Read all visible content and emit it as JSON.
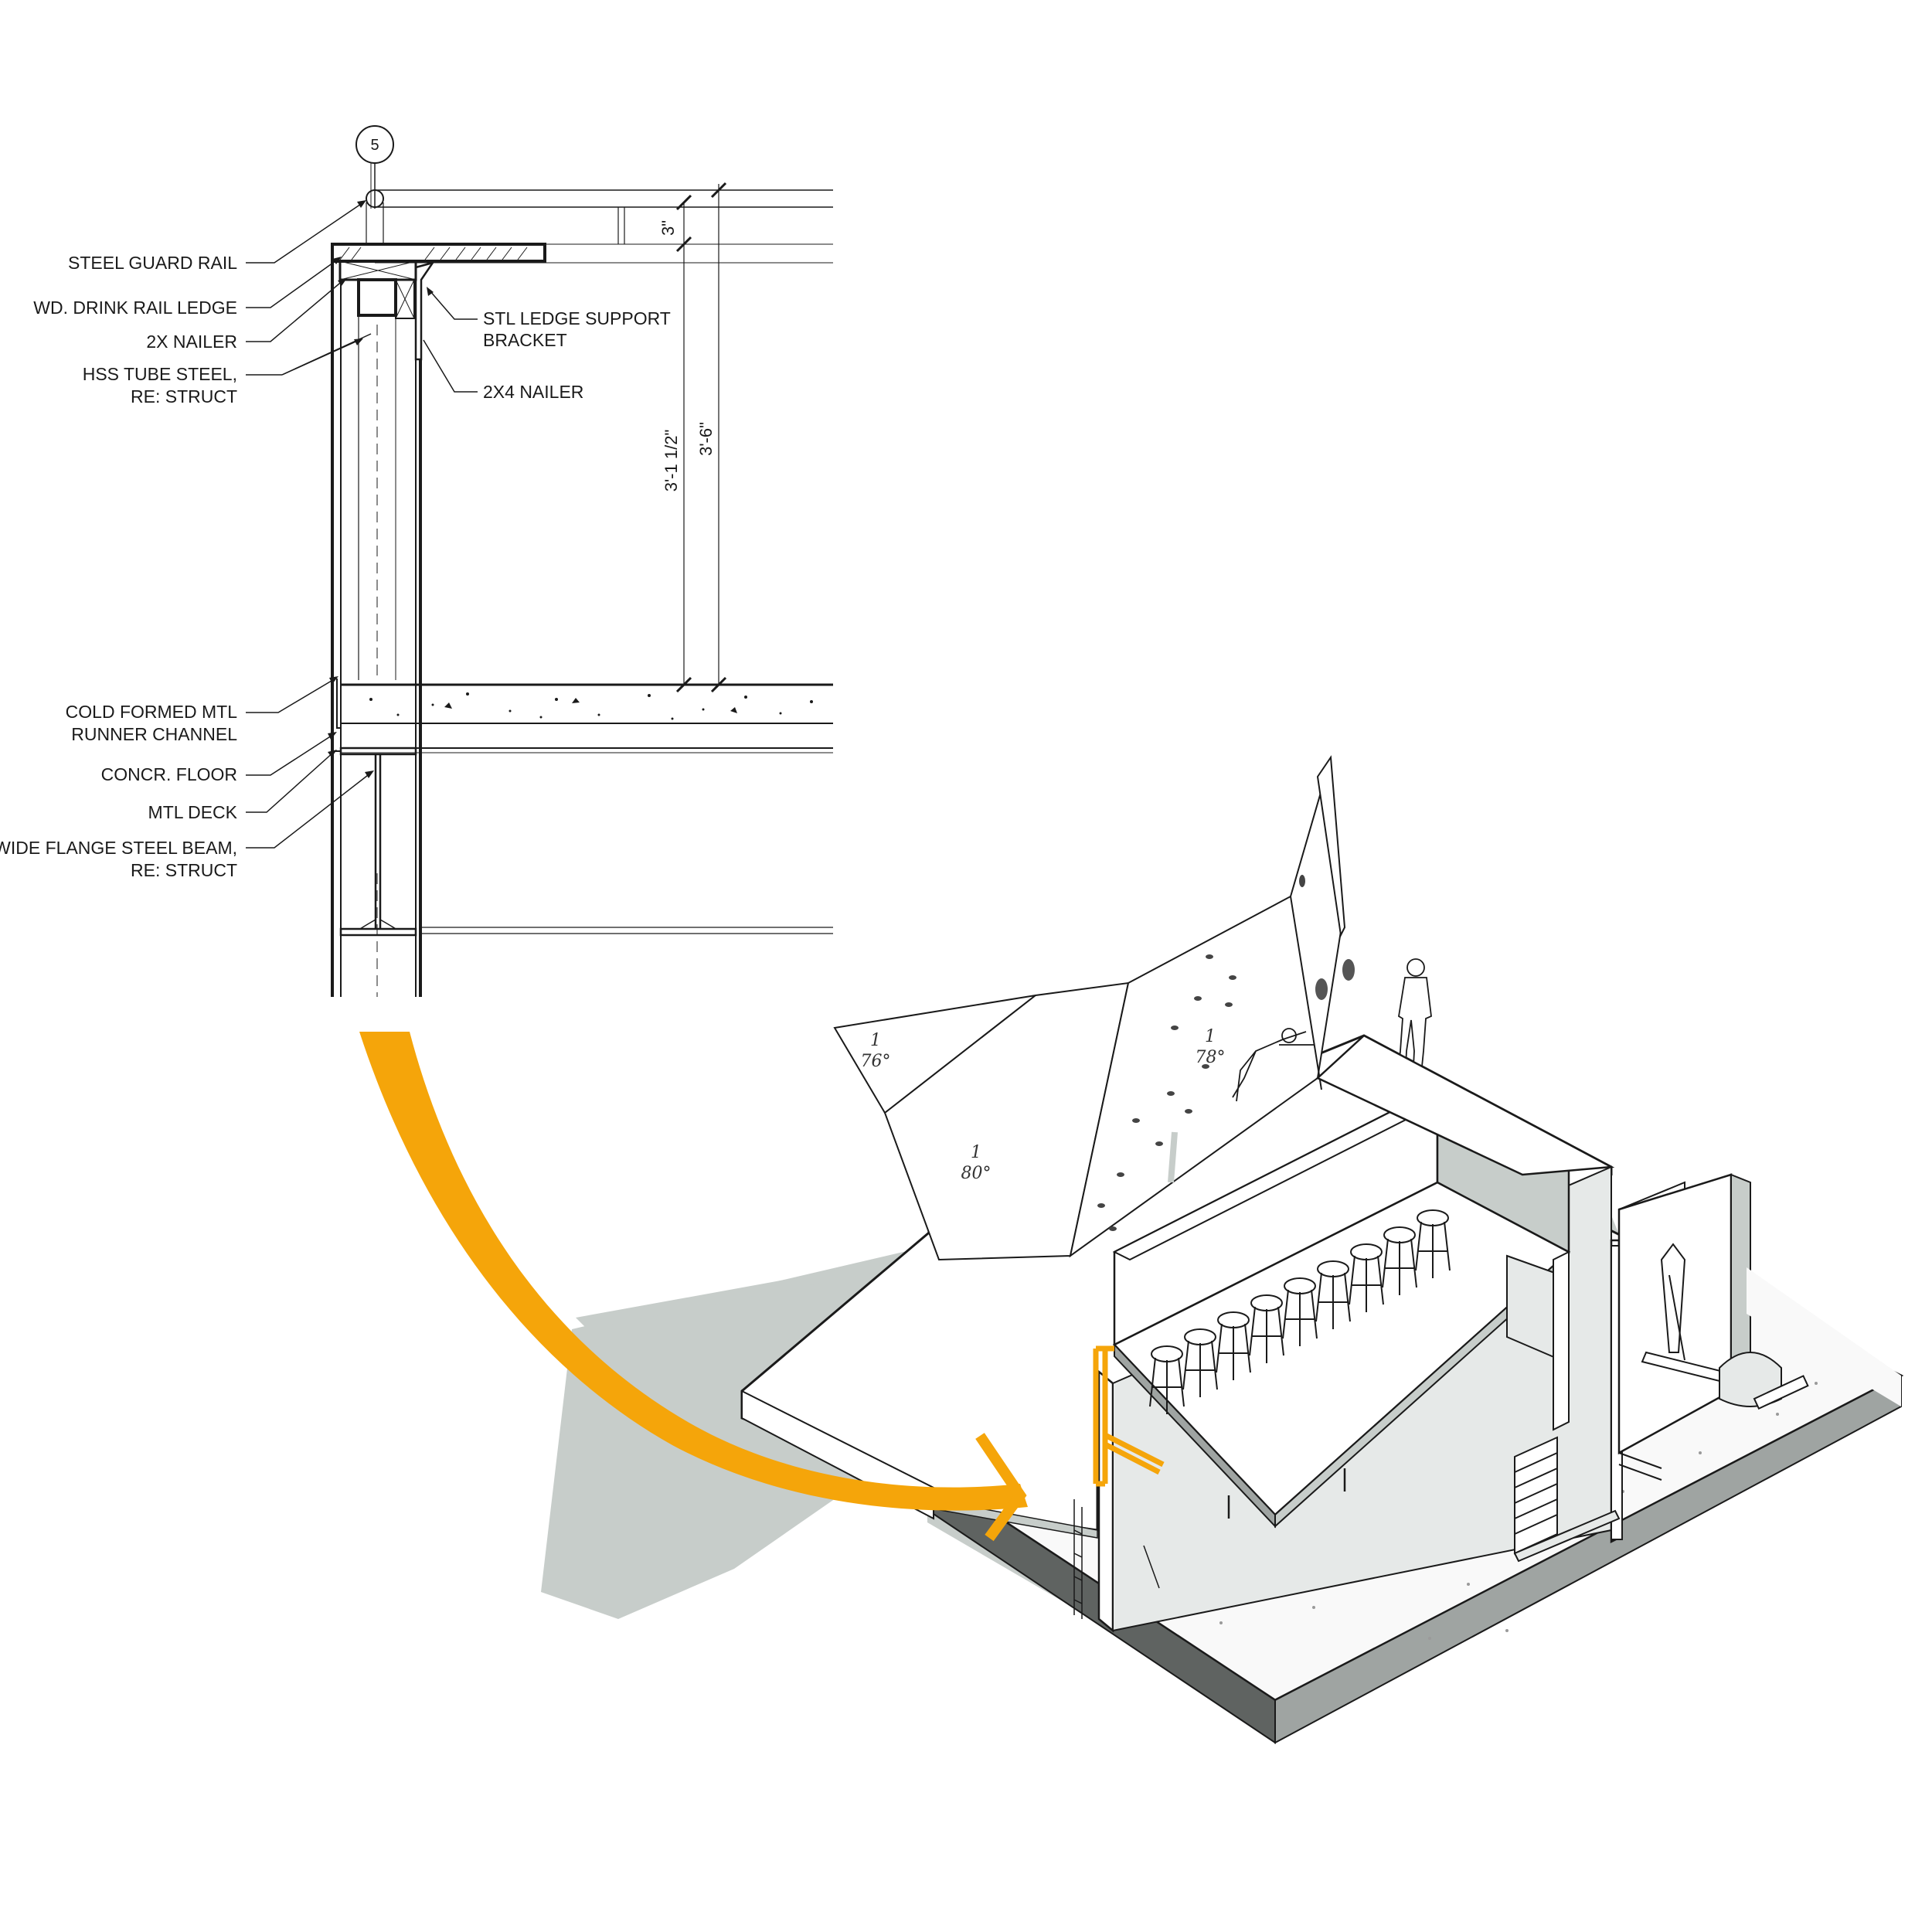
{
  "colors": {
    "accent": "#F5A50A",
    "shadow": "#C7CDCA",
    "ink": "#1a1a1a",
    "slab_edge": "#5F6361"
  },
  "detail_section": {
    "grid_bubble": "5",
    "callouts_left": {
      "guard_rail": "STEEL GUARD RAIL",
      "drink_rail": "WD. DRINK RAIL LEDGE",
      "nailer_2x": "2X NAILER",
      "hss_1": "HSS TUBE STEEL,",
      "hss_2": "RE: STRUCT",
      "runner_1": "COLD FORMED MTL",
      "runner_2": "RUNNER CHANNEL",
      "concrete_floor": "CONCR. FLOOR",
      "metal_deck": "MTL DECK",
      "beam_1": "WIDE FLANGE STEEL BEAM,",
      "beam_2": "RE: STRUCT"
    },
    "callouts_right": {
      "bracket_1": "STL LEDGE SUPPORT",
      "bracket_2": "BRACKET",
      "nailer_2x4": "2X4 NAILER"
    },
    "dimensions": {
      "top": "3\"",
      "ledge_height": "3'-1 1/2\"",
      "rail_height": "3'-6\""
    }
  },
  "axonometric": {
    "climbing_wall_panels": [
      {
        "ratio": "1",
        "angle": "76°"
      },
      {
        "ratio": "1",
        "angle": "80°"
      },
      {
        "ratio": "1",
        "angle": "78°"
      }
    ]
  }
}
